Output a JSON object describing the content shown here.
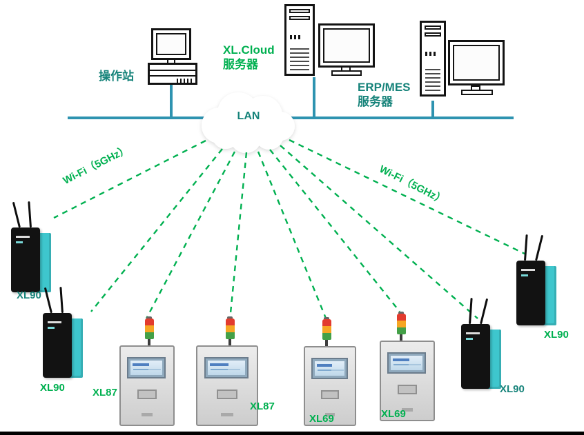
{
  "colors": {
    "green": "#00B050",
    "teal": "#16837A",
    "lan_line": "#2E93B0",
    "panel_teal": "#3EC6CD",
    "beacon_red": "#E23B2E",
    "beacon_amber": "#F6A623",
    "beacon_green": "#43A047"
  },
  "top_nodes": {
    "operator_station": {
      "label": "操作站"
    },
    "xlcloud_server": {
      "label_line1": "XL.Cloud",
      "label_line2": "服务器"
    },
    "erpmes_server": {
      "label_line1": "ERP/MES",
      "label_line2": "服务器"
    }
  },
  "network": {
    "lan_label": "LAN",
    "wifi_left_label": "Wi-Fi（5GHz）",
    "wifi_right_label": "Wi-Fi（5GHz）"
  },
  "devices": [
    {
      "id": "xl90-left-top",
      "label": "XL90",
      "type": "wireless-gateway"
    },
    {
      "id": "xl90-left-bottom",
      "label": "XL90",
      "type": "wireless-gateway"
    },
    {
      "id": "xl87-left",
      "label": "XL87",
      "type": "control-cabinet"
    },
    {
      "id": "xl87-right",
      "label": "XL87",
      "type": "control-cabinet"
    },
    {
      "id": "xl69-left",
      "label": "XL69",
      "type": "control-cabinet"
    },
    {
      "id": "xl69-right",
      "label": "XL69",
      "type": "control-cabinet"
    },
    {
      "id": "xl90-right-bottom",
      "label": "XL90",
      "type": "wireless-gateway"
    },
    {
      "id": "xl90-right-top",
      "label": "XL90",
      "type": "wireless-gateway"
    }
  ]
}
